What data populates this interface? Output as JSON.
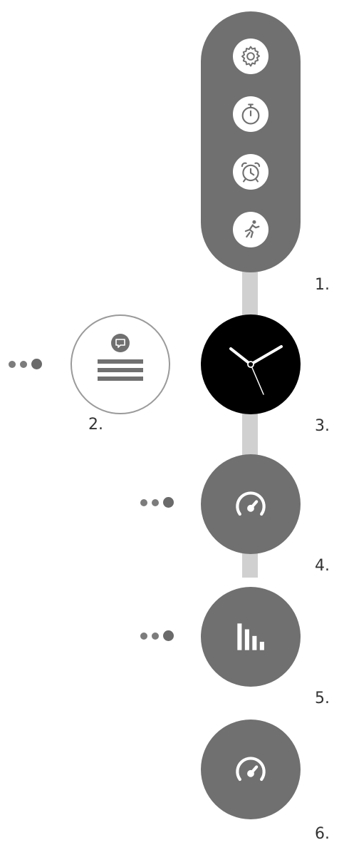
{
  "steps": {
    "s1": "1.",
    "s2": "2.",
    "s3": "3.",
    "s4": "4.",
    "s5": "5.",
    "s6": "6."
  },
  "capsule_icons": [
    "gear-icon",
    "stopwatch-icon",
    "alarm-clock-icon",
    "running-person-icon"
  ],
  "colors": {
    "primary_gray": "#707070",
    "connector_gray": "#d0d0d0",
    "watch_face": "#000000",
    "watch_hands": "#ffffff"
  }
}
